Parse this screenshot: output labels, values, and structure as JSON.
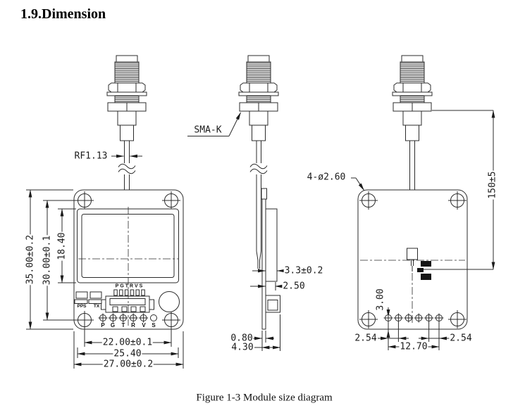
{
  "page": {
    "title": "1.9.Dimension",
    "caption": "Figure 1-3 Module size diagram"
  },
  "front_view": {
    "rf_cable_label": "RF1.13",
    "dim_board_height": "35.00±0.2",
    "dim_hole_spacing_v": "30.00±0.1",
    "dim_shield_height": "18.40",
    "dim_hole_spacing_h": "22.00±0.1",
    "dim_pad_span": "25.40",
    "dim_board_width": "27.00±0.2",
    "connector_pin_labels": "PGTRVS",
    "led_labels": [
      "PPS",
      "TX"
    ],
    "pin_labels": [
      "P",
      "G",
      "T",
      "R",
      "V",
      "S"
    ]
  },
  "side_view": {
    "connector_label": "SMA-K",
    "dim_patch_thickness": "3.3±0.2",
    "dim_patch_offset": "2.50",
    "dim_pcb_thickness": "0.80",
    "dim_total_thickness": "4.30"
  },
  "back_view": {
    "hole_label": "4-ø2.60",
    "dim_cable_length": "150±5",
    "dim_pad_to_edge": "3.00",
    "dim_pad_pitch_left": "2.54",
    "dim_pad_row_span": "12.70",
    "dim_pad_pitch_right": "2.54"
  }
}
